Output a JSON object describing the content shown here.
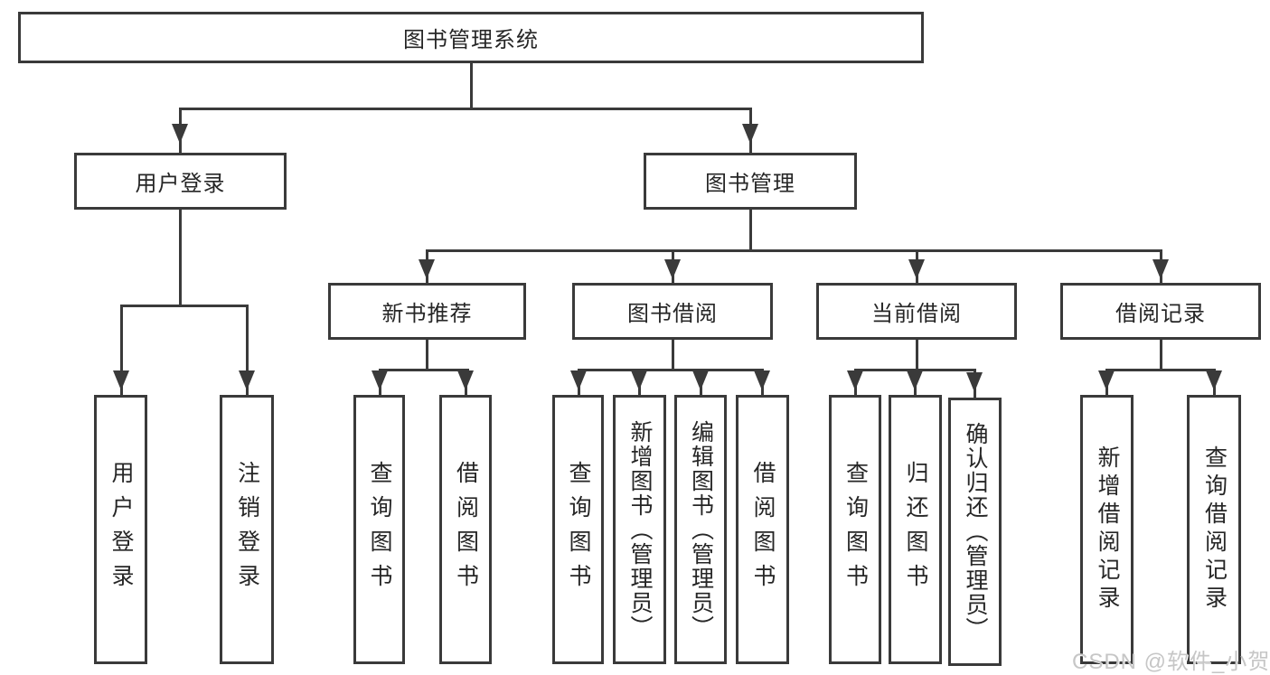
{
  "tree": {
    "label": "图书管理系统",
    "children": [
      {
        "label": "用户登录",
        "children": [
          {
            "label": "用户登录"
          },
          {
            "label": "注销登录"
          }
        ]
      },
      {
        "label": "图书管理",
        "children": [
          {
            "label": "新书推荐",
            "children": [
              {
                "label": "查询图书"
              },
              {
                "label": "借阅图书"
              }
            ]
          },
          {
            "label": "图书借阅",
            "children": [
              {
                "label": "查询图书"
              },
              {
                "label": "新增图书（管理员）"
              },
              {
                "label": "编辑图书（管理员）"
              },
              {
                "label": "借阅图书"
              }
            ]
          },
          {
            "label": "当前借阅",
            "children": [
              {
                "label": "查询图书"
              },
              {
                "label": "归还图书"
              },
              {
                "label": "确认归还（管理员）"
              }
            ]
          },
          {
            "label": "借阅记录",
            "children": [
              {
                "label": "新增借阅记录"
              },
              {
                "label": "查询借阅记录"
              }
            ]
          }
        ]
      }
    ]
  },
  "watermark": {
    "text": "CSDN @软件_小贺同学"
  },
  "colors": {
    "line": "#3a3a3a",
    "text": "#262626",
    "box_background": "#ffffff",
    "watermark": "#c6c6c6"
  }
}
